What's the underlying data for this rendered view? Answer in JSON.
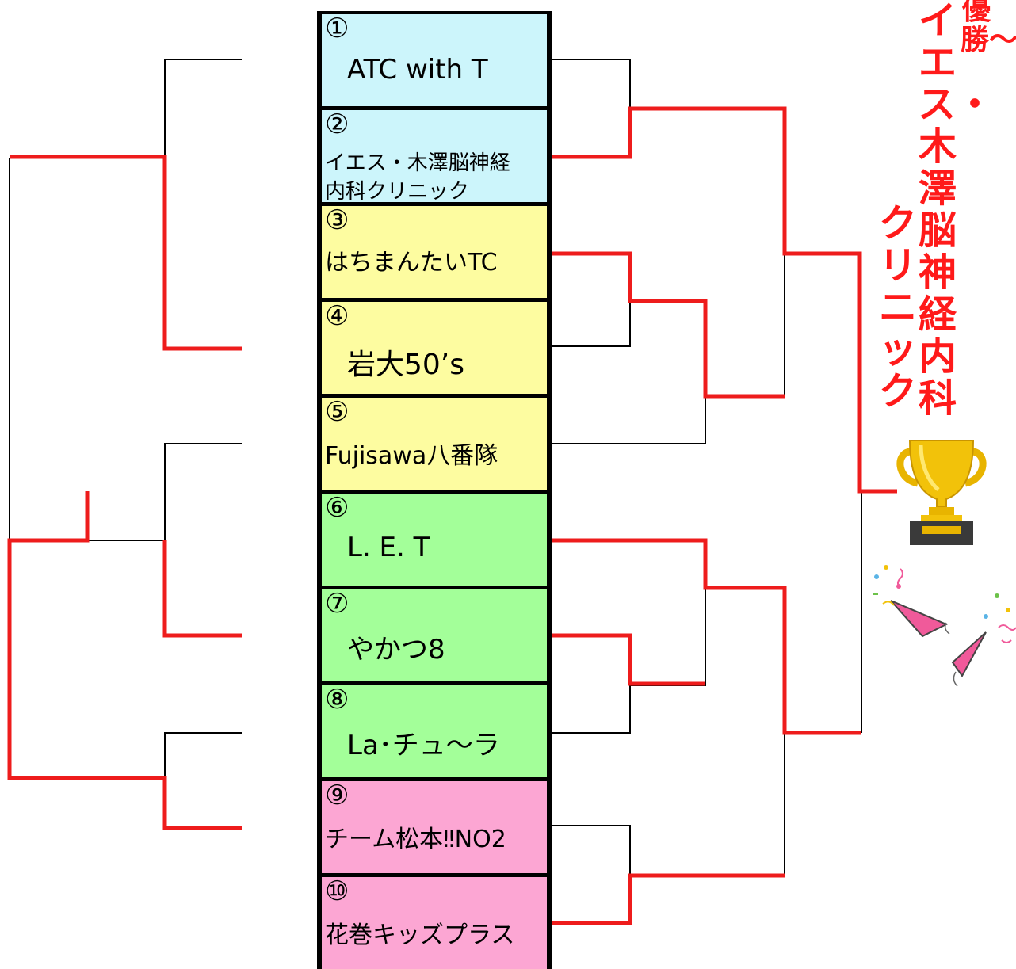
{
  "teams": [
    {
      "seed": "①",
      "name": "ATC with T",
      "color": "#ccf5fb"
    },
    {
      "seed": "②",
      "name": "イエス・木澤脳神経",
      "name2": "内科クリニック",
      "color": "#ccf5fb"
    },
    {
      "seed": "③",
      "name": "はちまんたいTC",
      "color": "#fdfca0"
    },
    {
      "seed": "④",
      "name": "岩大50’s",
      "color": "#fdfca0"
    },
    {
      "seed": "⑤",
      "name": "Fujisawa八番隊",
      "color": "#fdfca0"
    },
    {
      "seed": "⑥",
      "name": "L. E. T",
      "color": "#a3ff99"
    },
    {
      "seed": "⑦",
      "name": "やかつ8",
      "color": "#a3ff99"
    },
    {
      "seed": "⑧",
      "name": "La･チュ〜ラ",
      "color": "#a3ff99"
    },
    {
      "seed": "⑨",
      "name": "チーム松本‼NO2",
      "color": "#fca6d3"
    },
    {
      "seed": "⑩",
      "name": "花巻キッズプラス",
      "color": "#fca6d3"
    }
  ],
  "champion": {
    "label": "〜優勝〜",
    "name_line1": "イエス・木澤脳神経内科",
    "name_line2": "クリニック",
    "color": "#ff1a1a"
  },
  "colors": {
    "winner_line": "#ee1c1c",
    "normal_line": "#000000"
  }
}
